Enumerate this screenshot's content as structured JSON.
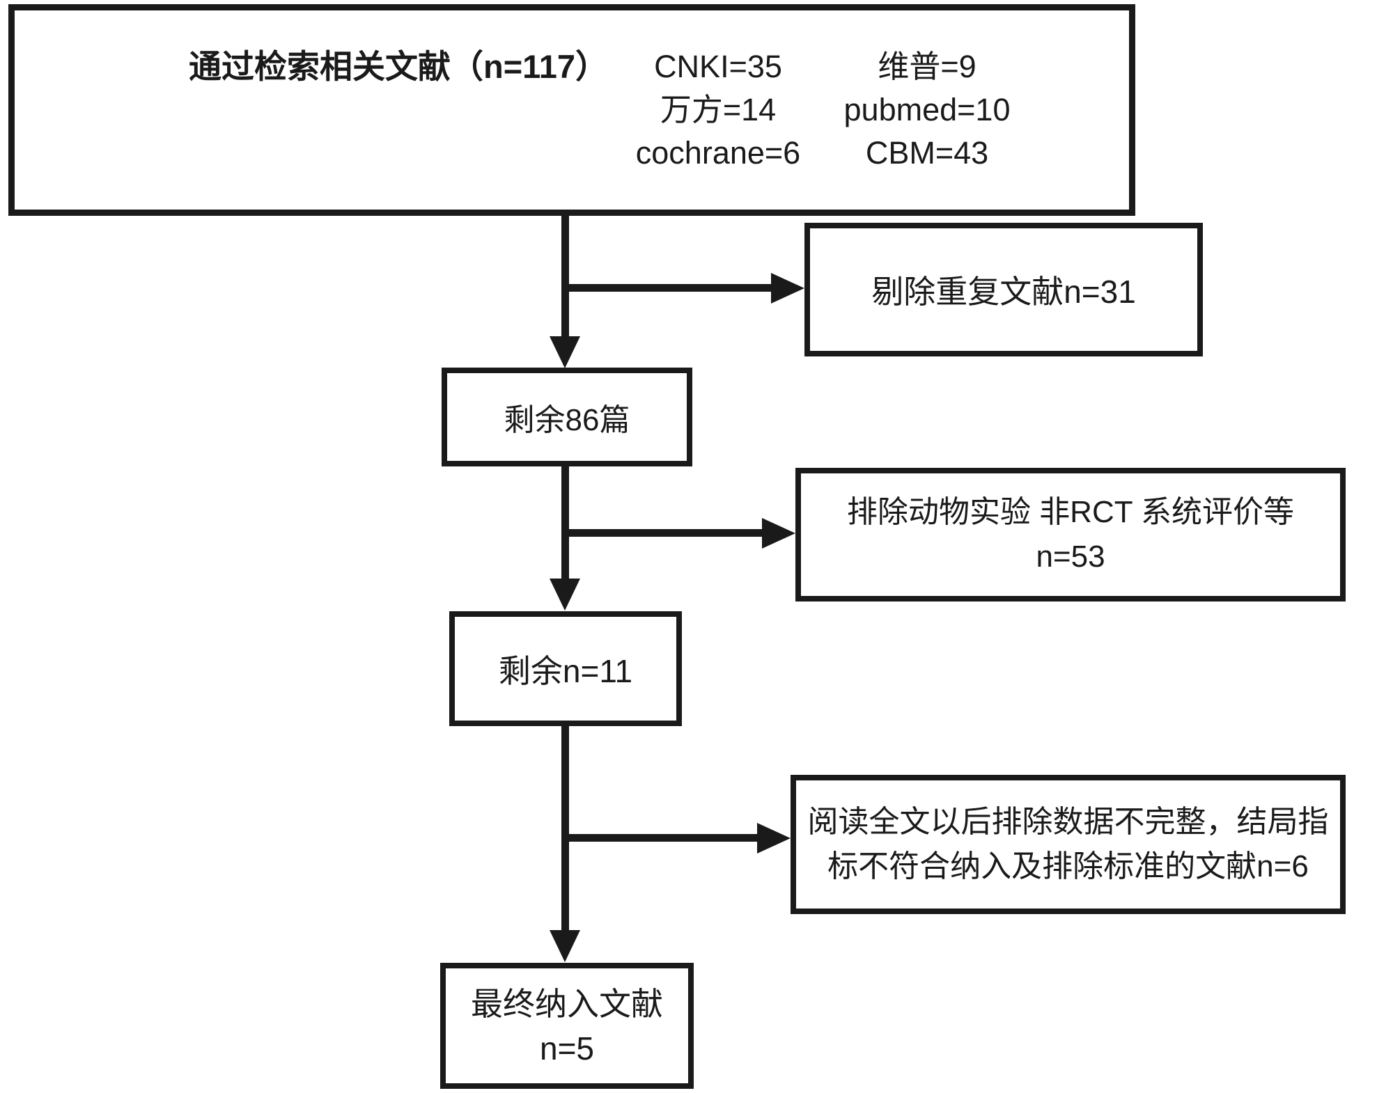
{
  "colors": {
    "ink": "#1a1a1a",
    "background": "#ffffff"
  },
  "nodes": {
    "search": {
      "title": "通过检索相关文献（n=117）",
      "counts": [
        [
          "CNKI=35",
          "维普=9"
        ],
        [
          "万方=14",
          "pubmed=10"
        ],
        [
          "cochrane=6",
          "CBM=43"
        ]
      ]
    },
    "dedup": {
      "label": "剔除重复文献n=31"
    },
    "remain86": {
      "label": "剩余86篇"
    },
    "exclude_rct": {
      "line1": "排除动物实验 非RCT 系统评价等",
      "line2": "n=53"
    },
    "remain11": {
      "label": "剩余n=11"
    },
    "exclude_fulltext": {
      "line1": "阅读全文以后排除数据不完整，结局指",
      "line2": "标不符合纳入及排除标准的文献n=6"
    },
    "final": {
      "line1": "最终纳入文献",
      "line2": "n=5"
    }
  }
}
